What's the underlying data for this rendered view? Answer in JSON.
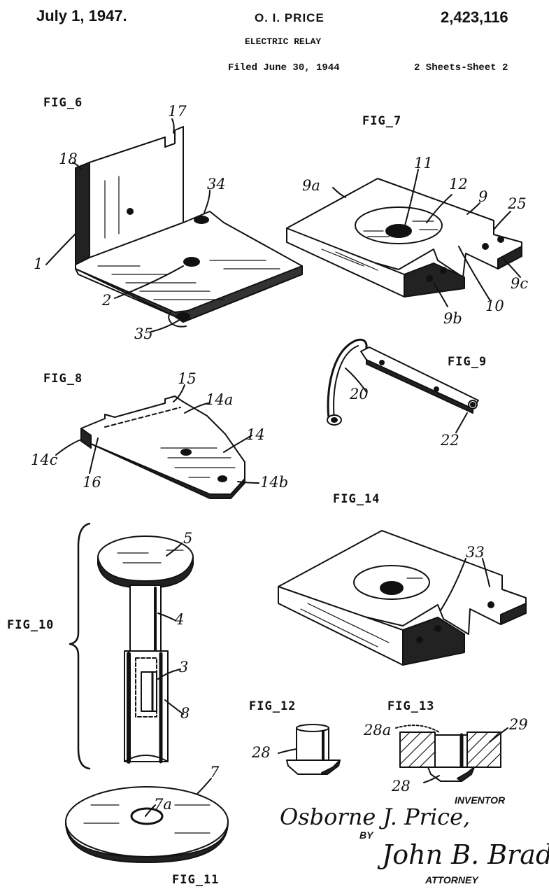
{
  "header": {
    "date": "July 1, 1947.",
    "inventor_name": "O. I. PRICE",
    "patent_number": "2,423,116",
    "title": "ELECTRIC RELAY",
    "filed": "Filed June 30, 1944",
    "sheet": "2 Sheets-Sheet 2"
  },
  "figures": {
    "fig6": {
      "label": "FIG_6",
      "refs": [
        "17",
        "18",
        "34",
        "1",
        "2",
        "35"
      ]
    },
    "fig7": {
      "label": "FIG_7",
      "refs": [
        "9a",
        "11",
        "12",
        "9",
        "25",
        "9c",
        "10",
        "9b"
      ]
    },
    "fig8": {
      "label": "FIG_8",
      "refs": [
        "15",
        "14a",
        "14",
        "14c",
        "16",
        "14b"
      ]
    },
    "fig9": {
      "label": "FIG_9",
      "refs": [
        "20",
        "22"
      ]
    },
    "fig10": {
      "label": "FIG_10",
      "refs": [
        "5",
        "4",
        "3",
        "8"
      ]
    },
    "fig11": {
      "label": "FIG_11",
      "refs": [
        "7",
        "7a"
      ]
    },
    "fig12": {
      "label": "FIG_12",
      "refs": [
        "28"
      ]
    },
    "fig13": {
      "label": "FIG_13",
      "refs": [
        "28a",
        "29",
        "28"
      ]
    },
    "fig14": {
      "label": "FIG_14",
      "refs": [
        "33"
      ]
    }
  },
  "signatures": {
    "inventor_label": "INVENTOR",
    "inventor_signature": "Osborne J. Price,",
    "by_label": "BY",
    "attorney_signature": "John B. Brady",
    "attorney_label": "ATTORNEY"
  }
}
